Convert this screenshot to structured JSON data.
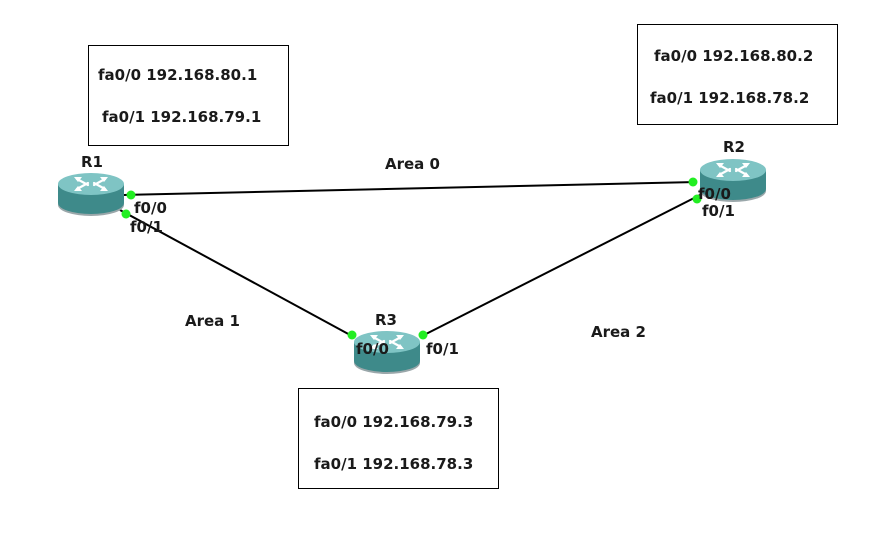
{
  "colors": {
    "link": "#000000",
    "port_dot": "#22ee22",
    "router_top": "#7fc4c4",
    "router_body": "#3e8a8a",
    "router_shadow": "#9aa7aa"
  },
  "routers": {
    "r1": {
      "label": "R1",
      "icon": "router-icon"
    },
    "r2": {
      "label": "R2",
      "icon": "router-icon"
    },
    "r3": {
      "label": "R3",
      "icon": "router-icon"
    }
  },
  "areas": {
    "a0": "Area 0",
    "a1": "Area 1",
    "a2": "Area 2"
  },
  "ports": {
    "r1_f00": "f0/0",
    "r1_f01": "f0/1",
    "r2_f00": "f0/0",
    "r2_f01": "f0/1",
    "r3_f00": "f0/0",
    "r3_f01": "f0/1"
  },
  "notes": {
    "r1": {
      "line1": "fa0/0 192.168.80.1",
      "line2": "fa0/1 192.168.79.1"
    },
    "r2": {
      "line1": "fa0/0 192.168.80.2",
      "line2": "fa0/1 192.168.78.2"
    },
    "r3": {
      "line1": "fa0/0 192.168.79.3",
      "line2": "fa0/1 192.168.78.3"
    }
  }
}
